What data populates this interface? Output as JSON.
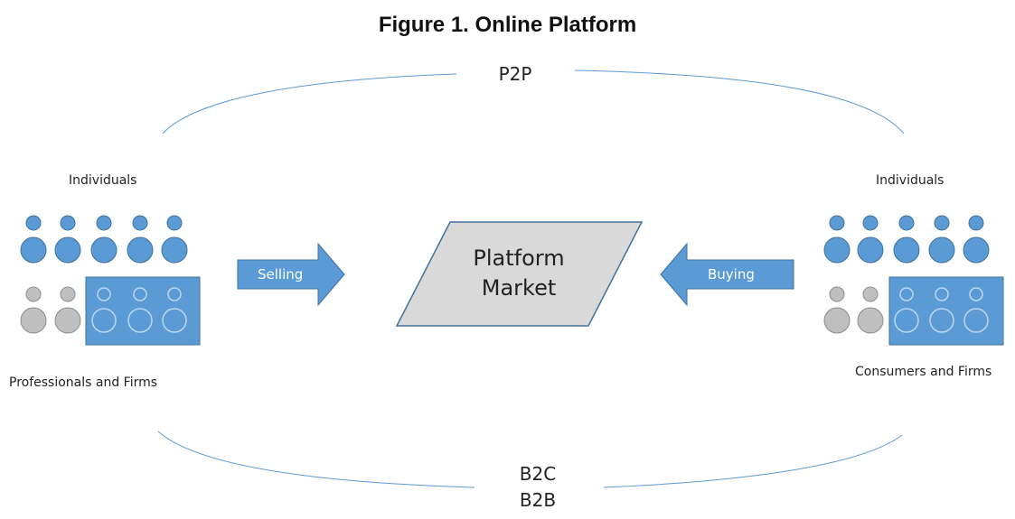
{
  "title": "Figure 1. Online Platform",
  "top_relation": "P2P",
  "bottom_relations": [
    "B2C",
    "B2B"
  ],
  "left_group": {
    "top_label": "Individuals",
    "bottom_label": "Professionals and Firms"
  },
  "right_group": {
    "top_label": "Individuals",
    "bottom_label": "Consumers and Firms"
  },
  "arrows": {
    "left": "Selling",
    "right": "Buying"
  },
  "platform": {
    "line1": "Platform",
    "line2": "Market"
  },
  "colors": {
    "blue": "#5b9bd5",
    "blue_border": "#41719c",
    "gray": "#bfbfbf",
    "gray_border": "#8c8c8c",
    "platform_fill": "#d9d9d9"
  }
}
